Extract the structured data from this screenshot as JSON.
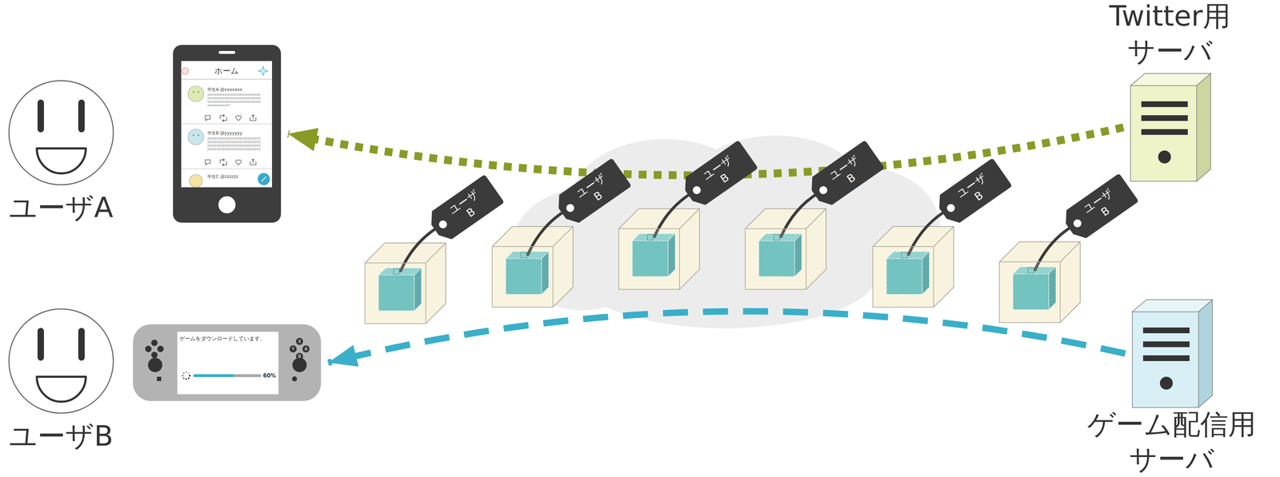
{
  "diagram": {
    "nodes": [
      {
        "text": [
          "ユーザA"
        ]
      },
      {
        "text": [
          "ホーム",
          "学生A @xxxxxxx",
          "xxxxxxxxxxxxxxxxxxxxxxxxxxxx xxxxxxxxxxxxxxxxxxxxxxxxxxxx xxxxxxxxxxxxxxxxxxxxxxxxxxxx xxxxxxxxxxx!!",
          "学生B @yyyyyyy",
          "yyyyyyyyyyyyyyyyyyyyyyyyyyyy yyyyyyyyyyyyyyyyyyyyyyyyyyyy yyyyyyyyyyyyyyyyyyyyyyyyyyyy yyyyyyyyyyyyyyyyyyyyyyyyyyyy",
          "学生C @zzzzzz"
        ]
      },
      {
        "text": [
          "Twitter用 サーバ"
        ]
      },
      {
        "text": [
          "ユーザ B"
        ]
      },
      {
        "text": [
          "ユーザ B"
        ]
      },
      {
        "text": [
          "ユーザ B"
        ]
      },
      {
        "text": [
          "ユーザ B"
        ]
      },
      {
        "text": [
          "ユーザ B"
        ]
      },
      {
        "text": [
          "ユーザ B"
        ]
      },
      {
        "text": [
          "ユーザB"
        ]
      },
      {
        "text": [
          "ゲームをダウンロードしています。",
          "60%",
          "X",
          "Y",
          "A",
          "B"
        ]
      },
      {
        "text": [
          "ゲーム配信用 サーバ"
        ]
      }
    ],
    "edges": [
      {
        "from": 2,
        "to": 1,
        "arrow": "to"
      },
      {
        "from": 11,
        "to": 10,
        "arrow": "to"
      }
    ]
  }
}
